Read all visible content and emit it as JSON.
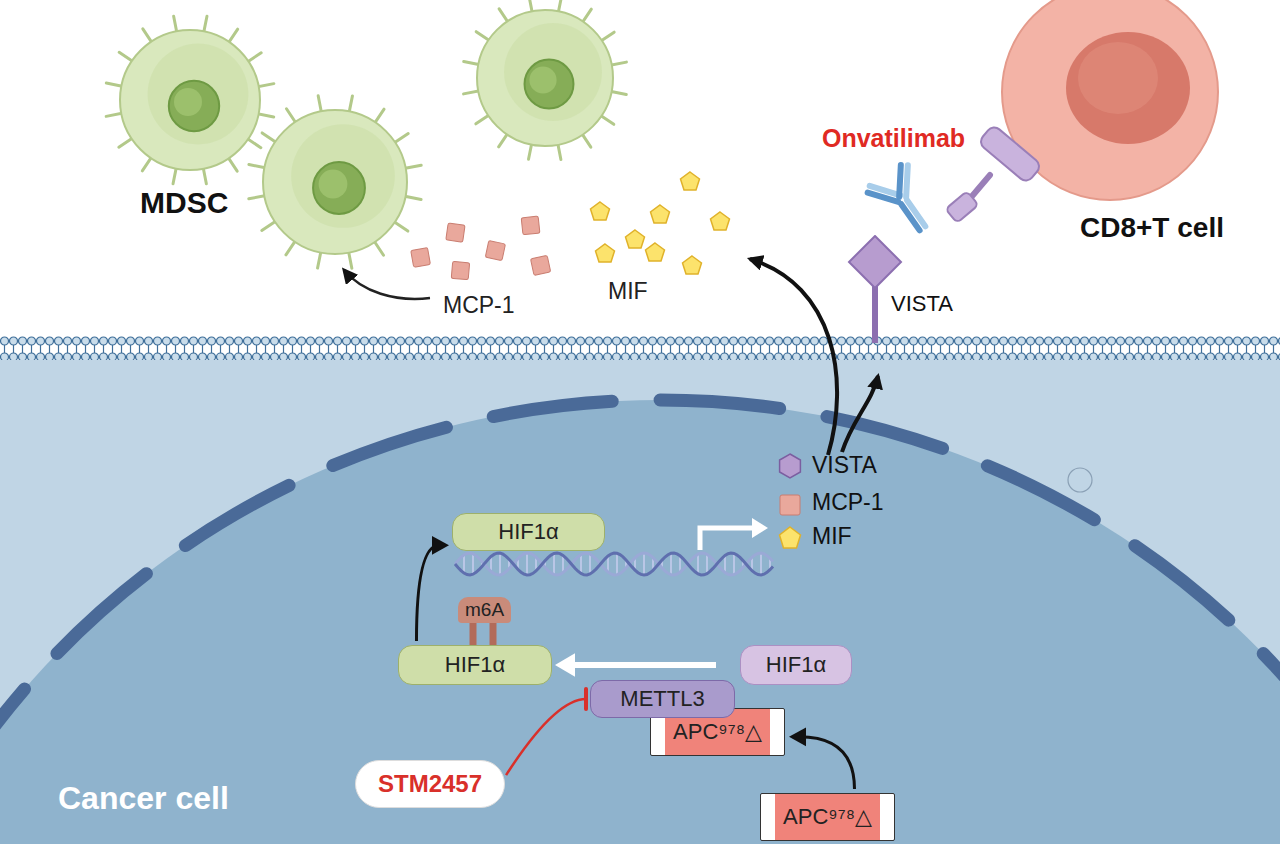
{
  "diagram": {
    "nodes": [
      {
        "text": [
          "CD8+T cell"
        ]
      },
      {
        "text": [
          "VISTA"
        ]
      },
      {
        "text": [
          "Cancer cell"
        ]
      },
      {
        "text": [
          "HIF1α"
        ],
        "in": 2
      },
      {
        "text": [
          "HIF1α"
        ],
        "in": 2
      },
      {
        "text": [
          "HIF1α"
        ],
        "in": 2
      },
      {
        "text": [
          "METTL3"
        ],
        "in": 2
      },
      {
        "text": [
          "APC⁹⁷⁸△"
        ],
        "in": 2
      },
      {
        "text": [
          "STM2457"
        ],
        "in": 2
      },
      {
        "text": [
          "APC⁹⁷⁸△"
        ],
        "in": 2
      }
    ],
    "edges": [
      {
        "from": 5,
        "to": 4,
        "arrow": "to"
      },
      {
        "from": 4,
        "to": 3,
        "arrow": "to"
      },
      {
        "from": 9,
        "to": 7,
        "arrow": "to"
      },
      {
        "from": 8,
        "to": 6,
        "arrow": "to"
      }
    ],
    "labels": [
      "MDSC",
      "MCP-1",
      "MIF",
      "Onvatilimab",
      "VISTA",
      "MCP-1",
      "MIF",
      "m6A"
    ]
  }
}
